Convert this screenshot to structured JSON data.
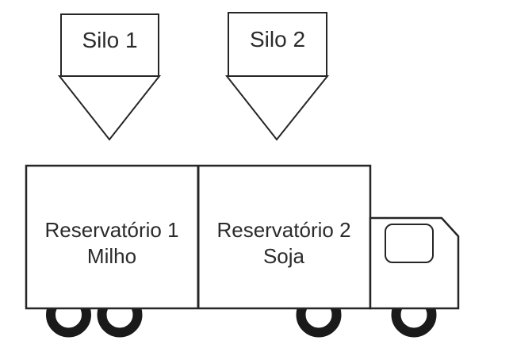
{
  "diagram": {
    "title": "silos-and-truck-diagram",
    "silos": [
      {
        "label": "Silo 1"
      },
      {
        "label": "Silo 2"
      }
    ],
    "truck": {
      "compartments": [
        {
          "title": "Reservatório 1",
          "content": "Milho"
        },
        {
          "title": "Reservatório 2",
          "content": "Soja"
        }
      ],
      "wheel_count": 4
    },
    "colors": {
      "line": "#262626",
      "wheel": "#1a1a1a",
      "text": "#2b2b2b",
      "background": "#ffffff"
    }
  }
}
